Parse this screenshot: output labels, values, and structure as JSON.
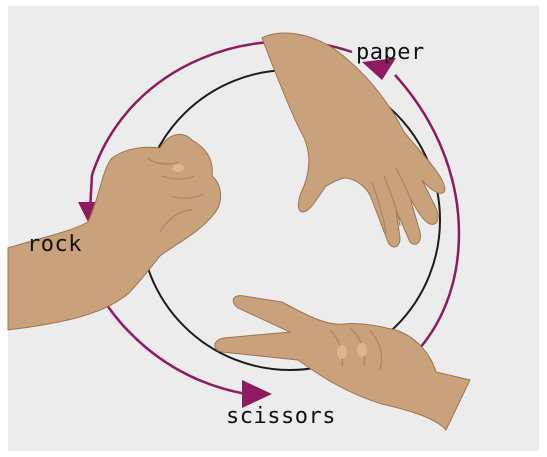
{
  "labels": {
    "paper": "paper",
    "rock": "rock",
    "scissors": "scissors"
  },
  "colors": {
    "arrow": "#8e1a5f",
    "circle": "#1c1c1c",
    "skin": "#c9a17a",
    "skin_shadow": "#ad8460",
    "background": "#ececec"
  },
  "icons": [
    "rock-hand-icon",
    "paper-hand-icon",
    "scissors-hand-icon"
  ]
}
